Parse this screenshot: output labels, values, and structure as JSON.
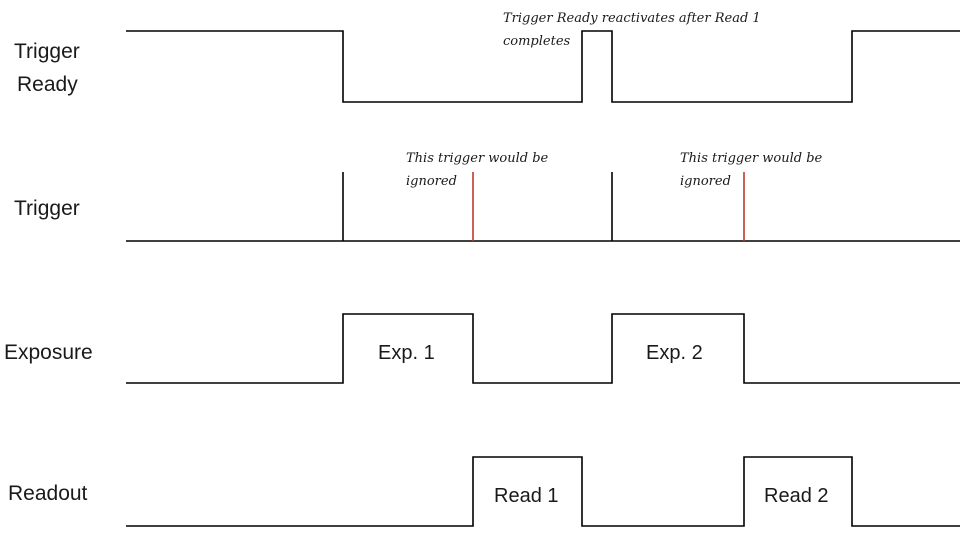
{
  "signals": {
    "trigger_ready": {
      "label_line1": "Trigger",
      "label_line2": "Ready"
    },
    "trigger": {
      "label": "Trigger"
    },
    "exposure": {
      "label": "Exposure",
      "pulse1": "Exp. 1",
      "pulse2": "Exp. 2"
    },
    "readout": {
      "label": "Readout",
      "pulse1": "Read 1",
      "pulse2": "Read 2"
    }
  },
  "notes": {
    "reactivate_line1": "Trigger Ready reactivates after Read 1",
    "reactivate_line2": "completes",
    "ignored1_line1": "This trigger would be",
    "ignored1_line2": "ignored",
    "ignored2_line1": "This trigger would be",
    "ignored2_line2": "ignored"
  },
  "colors": {
    "waveform": "#000000",
    "ignored_trigger": "#c0392b"
  }
}
